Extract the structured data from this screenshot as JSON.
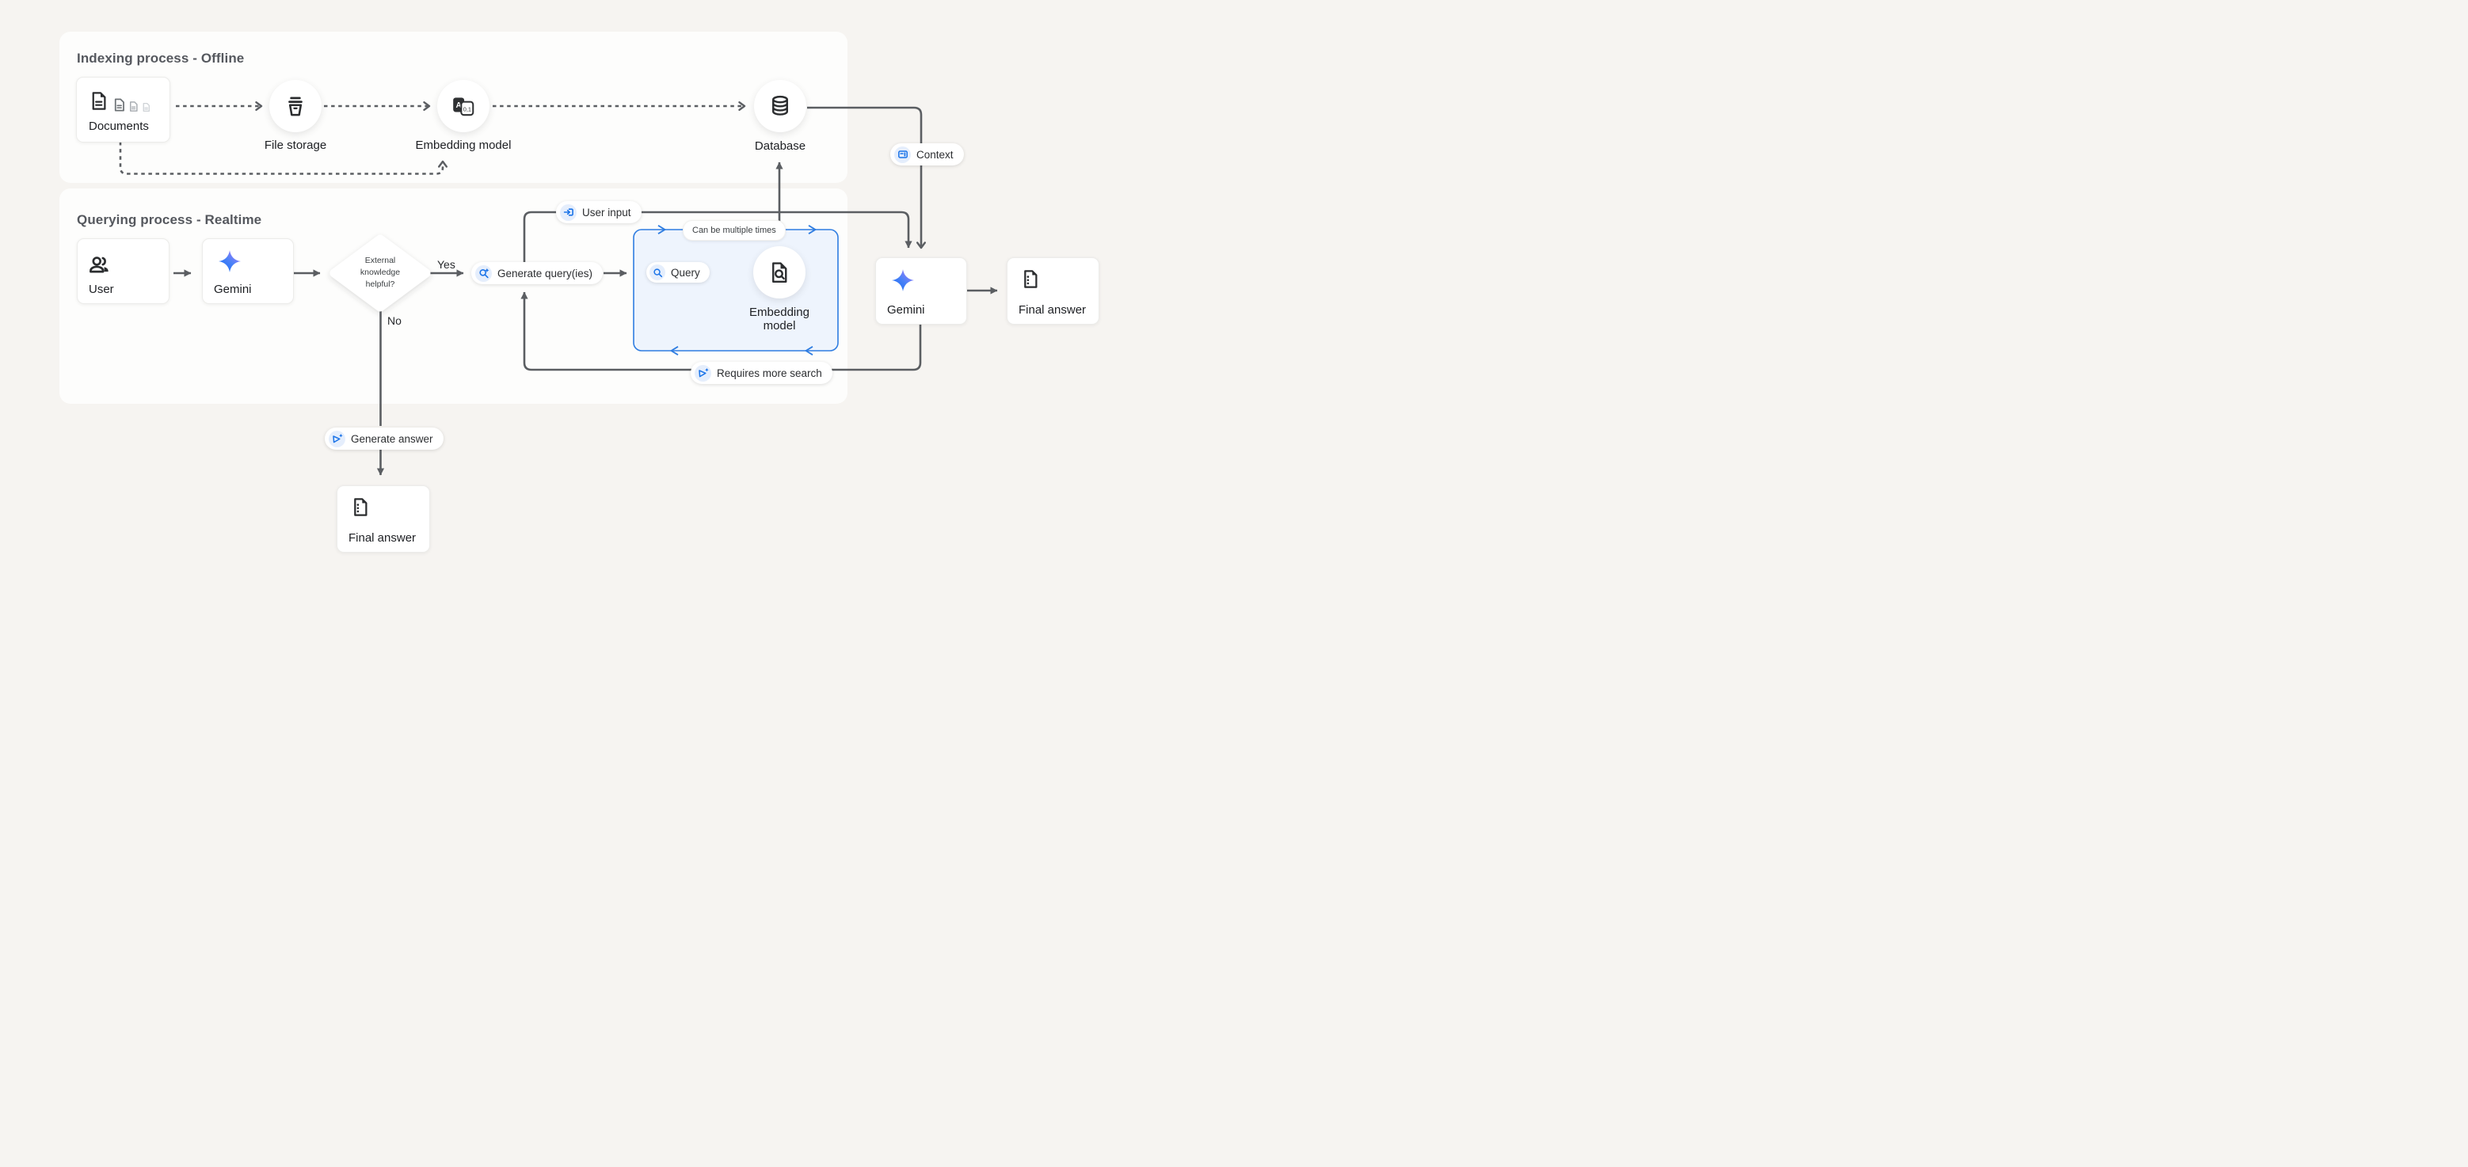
{
  "page": {
    "background": "#f6f4f1"
  },
  "colors": {
    "accent_blue": "#1a73e8",
    "loop_border_blue": "#2f7de1",
    "loop_fill_blue": "#eef4fd",
    "wire_gray": "#5b5e62",
    "chip_bg": "#e5eefc",
    "text_dark": "#1d1f23",
    "text_secondary": "#55585e",
    "panel_bg": "#fdfdfc"
  },
  "panels": {
    "indexing": {
      "title": "Indexing process - Offline"
    },
    "querying": {
      "title": "Querying process - Realtime"
    }
  },
  "nodes": {
    "documents": {
      "label": "Documents"
    },
    "file_storage": {
      "label": "File storage"
    },
    "embedding_model_indexing": {
      "label": "Embedding model"
    },
    "database": {
      "label": "Database"
    },
    "user": {
      "label": "User"
    },
    "gemini_left": {
      "label": "Gemini"
    },
    "decision": {
      "line1": "External",
      "line2": "knowledge",
      "line3": "helpful?"
    },
    "embedding_model_querying": {
      "line1": "Embedding",
      "line2": "model"
    },
    "gemini_right": {
      "label": "Gemini"
    },
    "final_answer_right": {
      "label": "Final answer"
    },
    "final_answer_bottom": {
      "label": "Final answer"
    }
  },
  "badges": {
    "context": "Context",
    "user_input": "User input",
    "can_be_multiple_times": "Can be multiple times",
    "generate_queries": "Generate query(ies)",
    "query": "Query",
    "requires_more_search": "Requires more search",
    "generate_answer": "Generate answer"
  },
  "edge_labels": {
    "yes": "Yes",
    "no": "No"
  },
  "icons": {
    "embedding_a": "A",
    "embedding_digits": "0,1"
  }
}
